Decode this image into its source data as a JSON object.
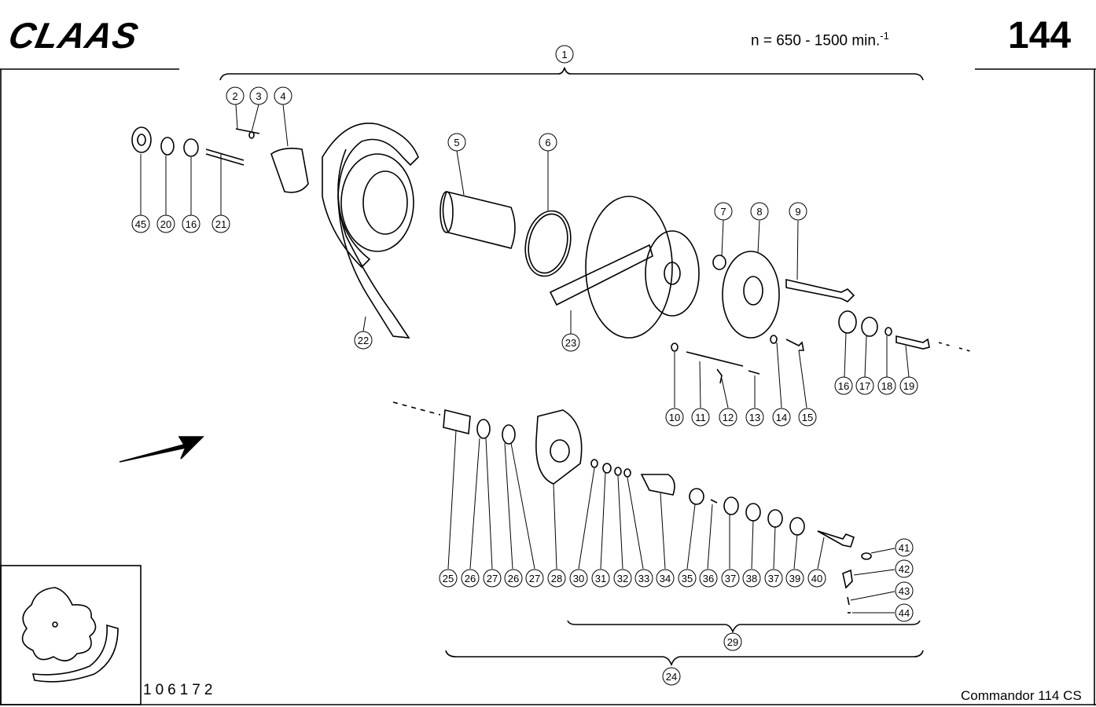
{
  "header": {
    "brand": "CLAAS",
    "speed_text": "n = 650 - 1500 min.",
    "speed_exp": "-1",
    "page_number": "144"
  },
  "footer": {
    "drawing_number": "106172",
    "model": "Commandor 114 CS"
  },
  "callouts": {
    "group_top": "1",
    "row_top_left": [
      "2",
      "3",
      "4"
    ],
    "row_left": [
      "45",
      "20",
      "16",
      "21"
    ],
    "c5": "5",
    "c6": "6",
    "c7": "7",
    "c8": "8",
    "c9": "9",
    "c22": "22",
    "c23": "23",
    "row_mid": [
      "10",
      "11",
      "12",
      "13",
      "14",
      "15"
    ],
    "row_right": [
      "16",
      "17",
      "18",
      "19"
    ],
    "row_bottom": [
      "25",
      "26",
      "27",
      "26",
      "27",
      "28",
      "30",
      "31",
      "32",
      "33",
      "34",
      "35",
      "36",
      "37",
      "38",
      "37",
      "39",
      "40"
    ],
    "col_right": [
      "41",
      "42",
      "43",
      "44"
    ],
    "c29": "29",
    "c24": "24"
  }
}
